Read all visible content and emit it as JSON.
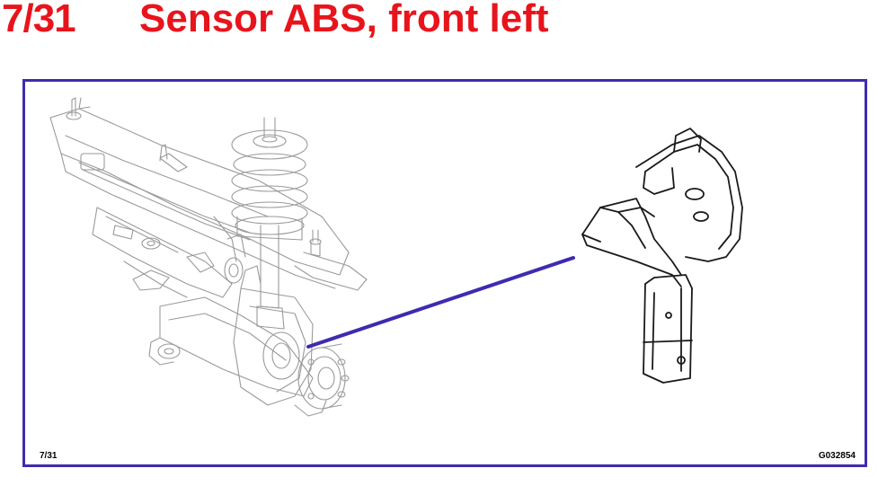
{
  "header": {
    "page_number": "7/31",
    "title": "Sensor ABS, front left",
    "title_color": "#e8141c"
  },
  "figure": {
    "page_ref": "7/31",
    "code": "G032854",
    "frame_color": "#3d2bb0",
    "leader_color": "#3d2bb0",
    "illustrations": [
      "front-suspension-assembly",
      "abs-sensor-closeup"
    ]
  }
}
